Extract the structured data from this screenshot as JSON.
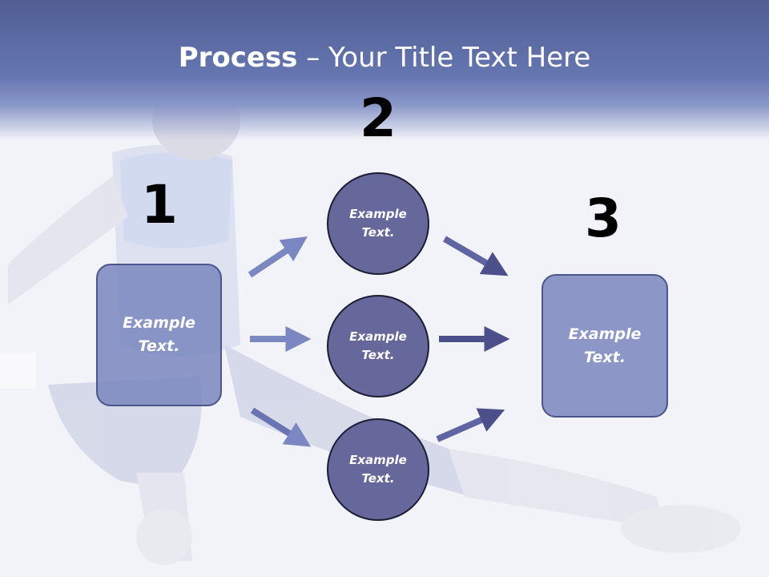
{
  "title": {
    "bold": "Process",
    "rest": " – Your Title Text Here"
  },
  "numbers": [
    "1",
    "2",
    "3"
  ],
  "left_box": {
    "line1": "Example",
    "line2": "Text."
  },
  "circles": [
    {
      "line1": "Example",
      "line2": "Text."
    },
    {
      "line1": "Example",
      "line2": "Text."
    },
    {
      "line1": "Example",
      "line2": "Text."
    }
  ],
  "right_box": {
    "line1": "Example",
    "line2": "Text."
  },
  "colors": {
    "header": "#5f6ea8",
    "box": "#7a86be",
    "circle": "#66679b",
    "arrow_light": "#7b87c0",
    "arrow_dark": "#4b4f8a"
  }
}
